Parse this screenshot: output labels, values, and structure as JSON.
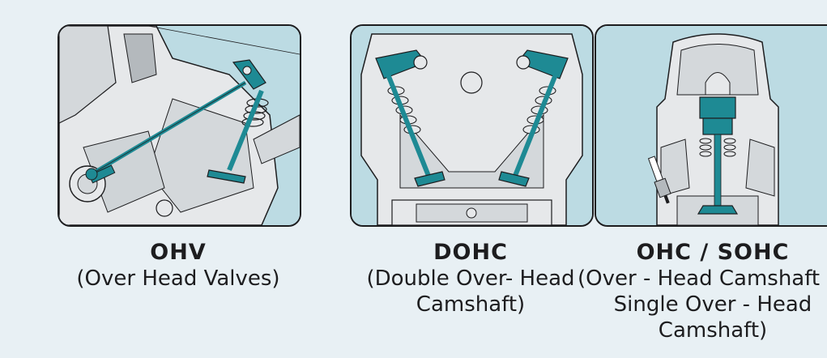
{
  "engines": [
    {
      "name": "OHV",
      "description": "(Over Head Valves)"
    },
    {
      "name": "DOHC",
      "description": "(Double Over- Head Camshaft)"
    },
    {
      "name": "OHC / SOHC",
      "description": "(Over - Head Camshaft or Single Over - Head Camshaft)"
    }
  ],
  "colors": {
    "background": "#e8f0f4",
    "panel_bg": "#bcdbe3",
    "metal": "#e6e8ea",
    "metal_dark": "#b4b9bd",
    "part_teal": "#1e8a94",
    "outline": "#1d1d1f"
  }
}
